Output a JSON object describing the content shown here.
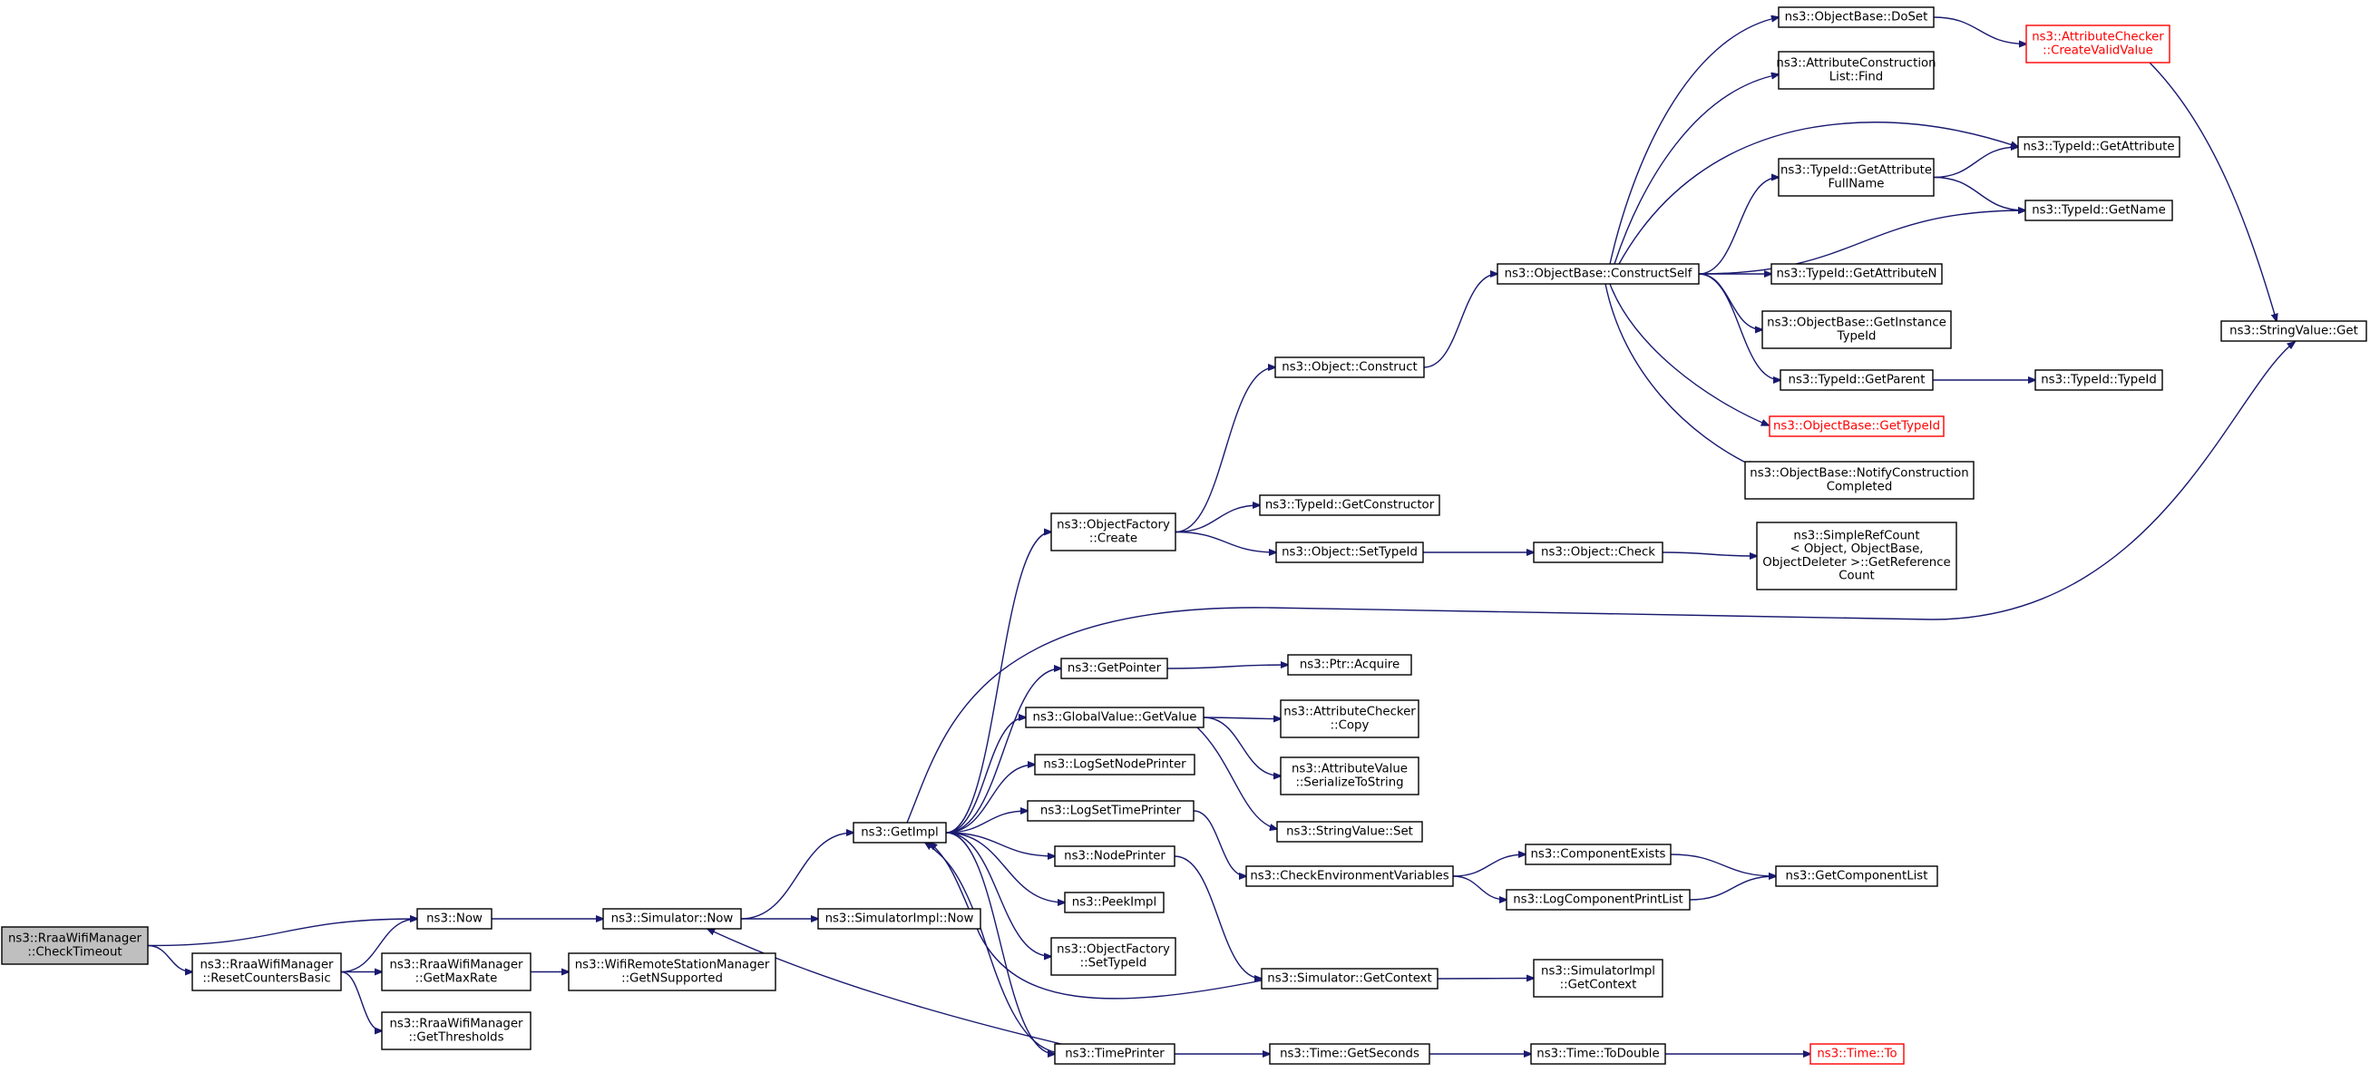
{
  "colors": {
    "edge": "#191970",
    "root_fill": "#bfbfbf",
    "highlight": "#ff0000",
    "border": "#000000"
  },
  "nodes": {
    "checktimeout": {
      "lines": [
        "ns3::RraaWifiManager",
        "::CheckTimeout"
      ],
      "root": true
    },
    "now": {
      "lines": [
        "ns3::Now"
      ]
    },
    "resetcounters": {
      "lines": [
        "ns3::RraaWifiManager",
        "::ResetCountersBasic"
      ]
    },
    "getmaxrate": {
      "lines": [
        "ns3::RraaWifiManager",
        "::GetMaxRate"
      ]
    },
    "getthresholds": {
      "lines": [
        "ns3::RraaWifiManager",
        "::GetThresholds"
      ]
    },
    "getnsupported": {
      "lines": [
        "ns3::WifiRemoteStationManager",
        "::GetNSupported"
      ]
    },
    "simnow": {
      "lines": [
        "ns3::Simulator::Now"
      ]
    },
    "simimplnow": {
      "lines": [
        "ns3::SimulatorImpl::Now"
      ]
    },
    "getimpl": {
      "lines": [
        "ns3::GetImpl"
      ]
    },
    "objfactorycreate": {
      "lines": [
        "ns3::ObjectFactory",
        "::Create"
      ]
    },
    "getpointer": {
      "lines": [
        "ns3::GetPointer"
      ]
    },
    "globalgetvalue": {
      "lines": [
        "ns3::GlobalValue::GetValue"
      ]
    },
    "logsetnode": {
      "lines": [
        "ns3::LogSetNodePrinter"
      ]
    },
    "logsettime": {
      "lines": [
        "ns3::LogSetTimePrinter"
      ]
    },
    "nodeprinter": {
      "lines": [
        "ns3::NodePrinter"
      ]
    },
    "peekimpl": {
      "lines": [
        "ns3::PeekImpl"
      ]
    },
    "objfactorysettypeid": {
      "lines": [
        "ns3::ObjectFactory",
        "::SetTypeId"
      ]
    },
    "timeprinter": {
      "lines": [
        "ns3::TimePrinter"
      ]
    },
    "objconstruct": {
      "lines": [
        "ns3::Object::Construct"
      ]
    },
    "typeidgetconstructor": {
      "lines": [
        "ns3::TypeId::GetConstructor"
      ]
    },
    "objsettypeid": {
      "lines": [
        "ns3::Object::SetTypeId"
      ]
    },
    "ptracquire": {
      "lines": [
        "ns3::Ptr::Acquire"
      ]
    },
    "attrcheckercopy": {
      "lines": [
        "ns3::AttributeChecker",
        "::Copy"
      ]
    },
    "attrvalueserialize": {
      "lines": [
        "ns3::AttributeValue",
        "::SerializeToString"
      ]
    },
    "stringvalueset": {
      "lines": [
        "ns3::StringValue::Set"
      ]
    },
    "checkenv": {
      "lines": [
        "ns3::CheckEnvironmentVariables"
      ]
    },
    "simgetcontext": {
      "lines": [
        "ns3::Simulator::GetContext"
      ]
    },
    "timegetseconds": {
      "lines": [
        "ns3::Time::GetSeconds"
      ]
    },
    "constructself": {
      "lines": [
        "ns3::ObjectBase::ConstructSelf"
      ]
    },
    "objcheck": {
      "lines": [
        "ns3::Object::Check"
      ]
    },
    "componentexists": {
      "lines": [
        "ns3::ComponentExists"
      ]
    },
    "logcomponentprint": {
      "lines": [
        "ns3::LogComponentPrintList"
      ]
    },
    "simimplgetcontext": {
      "lines": [
        "ns3::SimulatorImpl",
        "::GetContext"
      ]
    },
    "timetodouble": {
      "lines": [
        "ns3::Time::ToDouble"
      ]
    },
    "dosetobj": {
      "lines": [
        "ns3::ObjectBase::DoSet"
      ]
    },
    "attrconstrfind": {
      "lines": [
        "ns3::AttributeConstruction",
        "List::Find"
      ]
    },
    "typeidgetattrfullname": {
      "lines": [
        "ns3::TypeId::GetAttribute",
        "FullName"
      ]
    },
    "typeidgetattrn": {
      "lines": [
        "ns3::TypeId::GetAttributeN"
      ]
    },
    "getinstancetypeid": {
      "lines": [
        "ns3::ObjectBase::GetInstance",
        "TypeId"
      ]
    },
    "typeidgetparent": {
      "lines": [
        "ns3::TypeId::GetParent"
      ]
    },
    "objbasegettypeid": {
      "lines": [
        "ns3::ObjectBase::GetTypeId"
      ],
      "highlight": true
    },
    "notifyconstruction": {
      "lines": [
        "ns3::ObjectBase::NotifyConstruction",
        "Completed"
      ]
    },
    "simplerefcount": {
      "lines": [
        "ns3::SimpleRefCount",
        "< Object, ObjectBase,",
        "ObjectDeleter >::GetReference",
        "Count"
      ]
    },
    "getcomponentlist": {
      "lines": [
        "ns3::GetComponentList"
      ]
    },
    "timeto": {
      "lines": [
        "ns3::Time::To"
      ],
      "highlight": true
    },
    "attrcheckercreatevalid": {
      "lines": [
        "ns3::AttributeChecker",
        "::CreateValidValue"
      ],
      "highlight": true
    },
    "typeidgetattribute": {
      "lines": [
        "ns3::TypeId::GetAttribute"
      ]
    },
    "typeidgetname": {
      "lines": [
        "ns3::TypeId::GetName"
      ]
    },
    "typeidtypeid": {
      "lines": [
        "ns3::TypeId::TypeId"
      ]
    },
    "stringvalueget": {
      "lines": [
        "ns3::StringValue::Get"
      ]
    }
  }
}
